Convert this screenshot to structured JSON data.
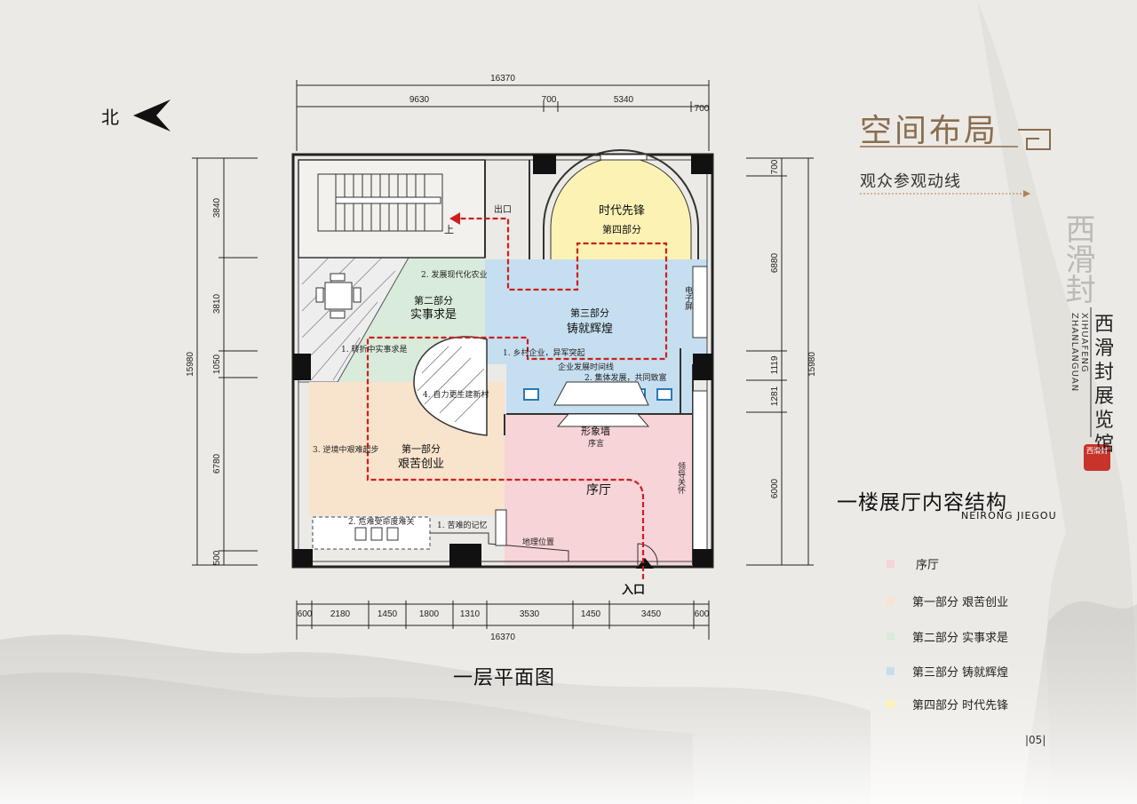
{
  "header": {
    "title": "空间布局",
    "subtitle": "观众参观动线"
  },
  "brand": {
    "calligraphy": "西滑封",
    "name": "西滑封展览馆",
    "pinyin": "XIHUAFENG ZHANLANGUAN",
    "seal_text": "西滑封"
  },
  "north_label": "北",
  "plan": {
    "caption": "一层平面图",
    "dimensions": {
      "top_total": "16370",
      "top_segments": [
        "9630",
        "700",
        "5340",
        "700"
      ],
      "bottom_total": "16370",
      "bottom_segments": [
        "600",
        "2180",
        "1450",
        "1800",
        "1310",
        "3530",
        "1450",
        "3450",
        "600"
      ],
      "left_total": "15980",
      "left_segments": [
        "3840",
        "3810",
        "1050",
        "6780",
        "500"
      ],
      "right_total": "15980",
      "right_segments": [
        "700",
        "6880",
        "1119",
        "1281",
        "6000"
      ]
    },
    "zones": [
      {
        "id": "part4",
        "title": "时代先锋",
        "subtitle": "第四部分",
        "color": "#fbf2b4"
      },
      {
        "id": "part3",
        "title": "铸就辉煌",
        "subtitle": "第三部分",
        "color": "#c6dff0"
      },
      {
        "id": "part2",
        "title": "实事求是",
        "subtitle": "第二部分",
        "color": "#d9ebda"
      },
      {
        "id": "part1",
        "title": "艰苦创业",
        "subtitle": "第一部分",
        "color": "#f8e3cc"
      },
      {
        "id": "lobby",
        "title": "序厅",
        "subtitle": "",
        "color": "#f7d4d8"
      }
    ],
    "labels": {
      "exit": "出口",
      "up": "上",
      "entrance": "入口",
      "screen": "电子屏",
      "image_wall": "形象墙",
      "preface": "序言",
      "leader_care": "领导关怀",
      "geo_location": "地理位置",
      "timeline": "企业发展时间线",
      "p2_1": "1. 转折中实事求是",
      "p2_2": "2. 发展现代化农业",
      "p3_1": "1. 乡村企业，异军突起",
      "p3_2": "2. 集体发展，共同致富",
      "p1_1": "1. 苦难的记忆",
      "p1_2": "2. 危难受命度难关",
      "p1_3": "3. 逆境中艰难起步",
      "p1_4": "4. 自力更生建新村"
    }
  },
  "structure": {
    "title": "一楼展厅内容结构",
    "subtitle": "NEIRONG JIEGOU"
  },
  "legend": [
    {
      "label": "序厅",
      "color": "#f7d4d8"
    },
    {
      "label": "第一部分  艰苦创业",
      "color": "#f8e3cc"
    },
    {
      "label": "第二部分  实事求是",
      "color": "#d9ebda"
    },
    {
      "label": "第三部分  铸就辉煌",
      "color": "#c6dff0"
    },
    {
      "label": "第四部分  时代先锋",
      "color": "#fbf2b4"
    }
  ],
  "page_number": "|05|",
  "colors": {
    "accent": "#8a6d4e",
    "route": "#cc1f1f",
    "seal": "#c8342c"
  }
}
